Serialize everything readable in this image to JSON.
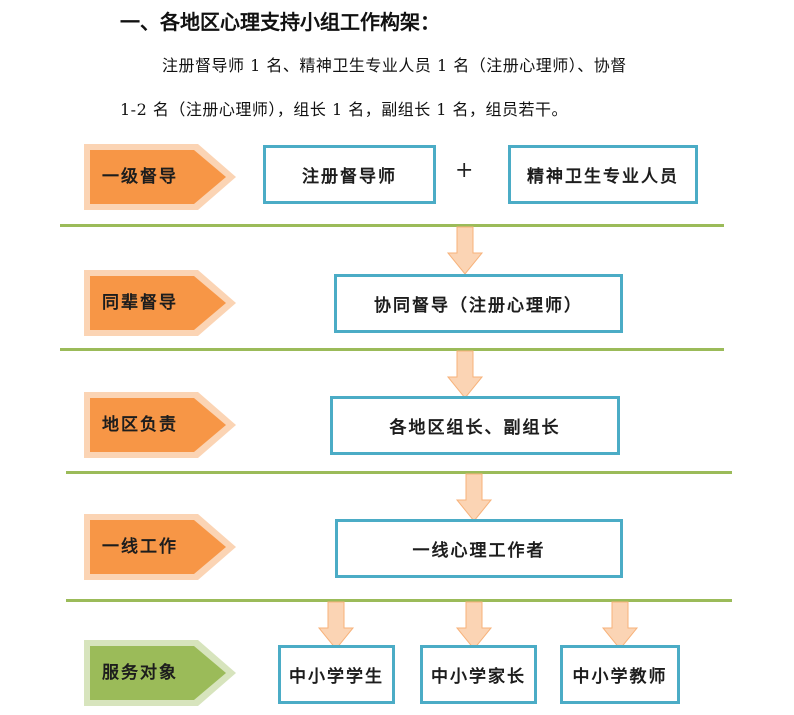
{
  "heading": "一、各地区心理支持小组工作构架：",
  "paragraph": {
    "line1": "注册督导师 1 名、精神卫生专业人员 1 名（注册心理师）、协督",
    "line2": "1-2 名（注册心理师），组长 1 名，副组长 1 名，组员若干。"
  },
  "levels": [
    {
      "label": "一级督导",
      "color": "#f79646"
    },
    {
      "label": "同辈督导",
      "color": "#f79646"
    },
    {
      "label": "地区负责",
      "color": "#f79646"
    },
    {
      "label": "一线工作",
      "color": "#f79646"
    },
    {
      "label": "服务对象",
      "color": "#9bbb59"
    }
  ],
  "boxes": {
    "level1": [
      "注册督导师",
      "精神卫生专业人员"
    ],
    "plus": "+",
    "level2": "协同督导（注册心理师）",
    "level3": "各地区组长、副组长",
    "level4": "一线心理工作者",
    "level5": [
      "中小学学生",
      "中小学家长",
      "中小学教师"
    ]
  },
  "colors": {
    "box_border": "#4bacc6",
    "divider": "#9bbb59",
    "flow_arrow": "#fbd4b4"
  },
  "icons": [
    "down-arrow-icon",
    "pentagon-arrow-icon"
  ]
}
